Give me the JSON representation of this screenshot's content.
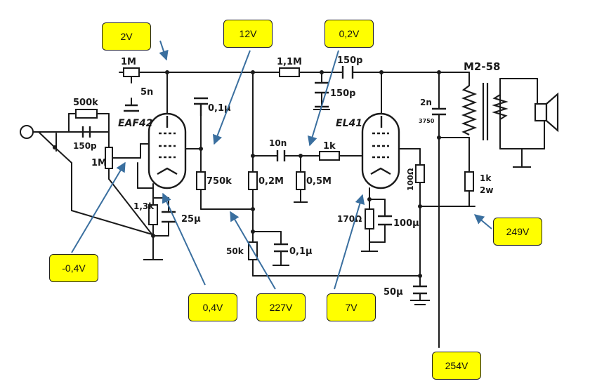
{
  "colors": {
    "ink": "#1a1a1a",
    "label_fill": "#ffff00",
    "arrow": "#3a6f9f"
  },
  "components": {
    "r_1m_top": "1M",
    "c_5n": "5n",
    "r_500k": "500k",
    "c_150p_in": "150p",
    "pot_1m": "1M",
    "tube_1": "EAF42",
    "c_01u_a": "0,1μ",
    "r_1_1m": "1,1M",
    "c_150p_top": "150p",
    "c_150p_b": "150p",
    "transformer": "M2-58",
    "c_2n": "2n",
    "c_2n_volt": "3750",
    "c_10n": "10n",
    "r_1k_grid": "1k",
    "tube_2": "EL41",
    "r_750k": "750k",
    "r_02m": "0,2M",
    "r_05m": "0,5M",
    "r_100": "100Ω",
    "r_1k_2w": "1k",
    "r_1k_2w_rating": "2w",
    "r_13k": "1,3k",
    "c_25u": "25μ",
    "r_170": "170Ω",
    "c_100u": "100μ",
    "r_50k": "50k",
    "c_01u_b": "0,1μ",
    "c_50u": "50μ"
  },
  "voltage_labels": {
    "v_2": "2V",
    "v_12": "12V",
    "v_0_2": "0,2V",
    "v_249": "249V",
    "v_neg_0_4": "-0,4V",
    "v_0_4": "0,4V",
    "v_227": "227V",
    "v_7": "7V",
    "v_254": "254V"
  }
}
